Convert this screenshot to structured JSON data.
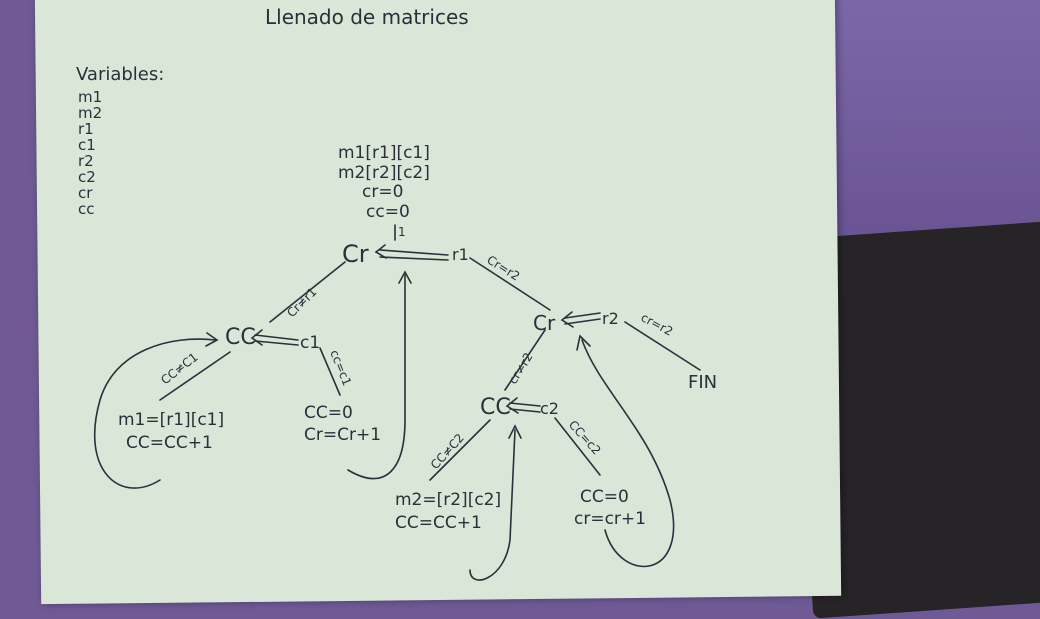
{
  "title": "Llenado de matrices",
  "variables_heading": "Variables:",
  "variables": [
    "m1",
    "m2",
    "r1",
    "c1",
    "r2",
    "c2",
    "cr",
    "cc"
  ],
  "init": [
    "m1[r1][c1]",
    "m2[r2][c2]",
    "cr=0",
    "cc=0"
  ],
  "nodes": {
    "cr_top": "Cr",
    "r1": "r1",
    "cc_left": "CC",
    "c1": "c1",
    "cr_right": "Cr",
    "r2": "r2",
    "cc_bottom": "CC",
    "c2": "c2",
    "fin": "FIN"
  },
  "edges": {
    "one": "1",
    "cr_ne_r1": "Cr≠r1",
    "cr_eq_r2": "Cr=r2",
    "cc_ne_c1": "CC≠C1",
    "cc_eq_c1": "cc=c1",
    "cr_ne_r2": "cr≠r2",
    "cr_eq_r2b": "cr=r2",
    "cc_ne_c2": "CC≠C2",
    "cc_eq_c2": "CC=c2"
  },
  "actions": {
    "left_a": "m1=[r1][c1]",
    "left_b": "CC=CC+1",
    "mid_a": "CC=0",
    "mid_b": "Cr=Cr+1",
    "bot_left_a": "m2=[r2][c2]",
    "bot_left_b": "CC=CC+1",
    "bot_right_a": "CC=0",
    "bot_right_b": "cr=cr+1"
  }
}
